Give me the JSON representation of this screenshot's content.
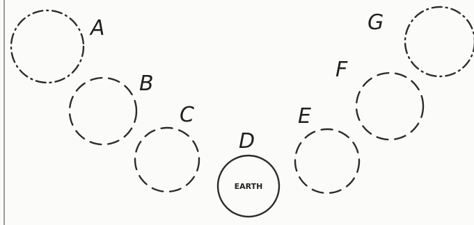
{
  "diagram": {
    "positions": [
      {
        "label": "A",
        "style": "dash-dot"
      },
      {
        "label": "B",
        "style": "dashed"
      },
      {
        "label": "C",
        "style": "dashed"
      },
      {
        "label": "D",
        "style": "solid",
        "inner_label": "EARTH"
      },
      {
        "label": "E",
        "style": "dashed"
      },
      {
        "label": "F",
        "style": "dashed"
      },
      {
        "label": "G",
        "style": "dash-dot"
      }
    ]
  }
}
